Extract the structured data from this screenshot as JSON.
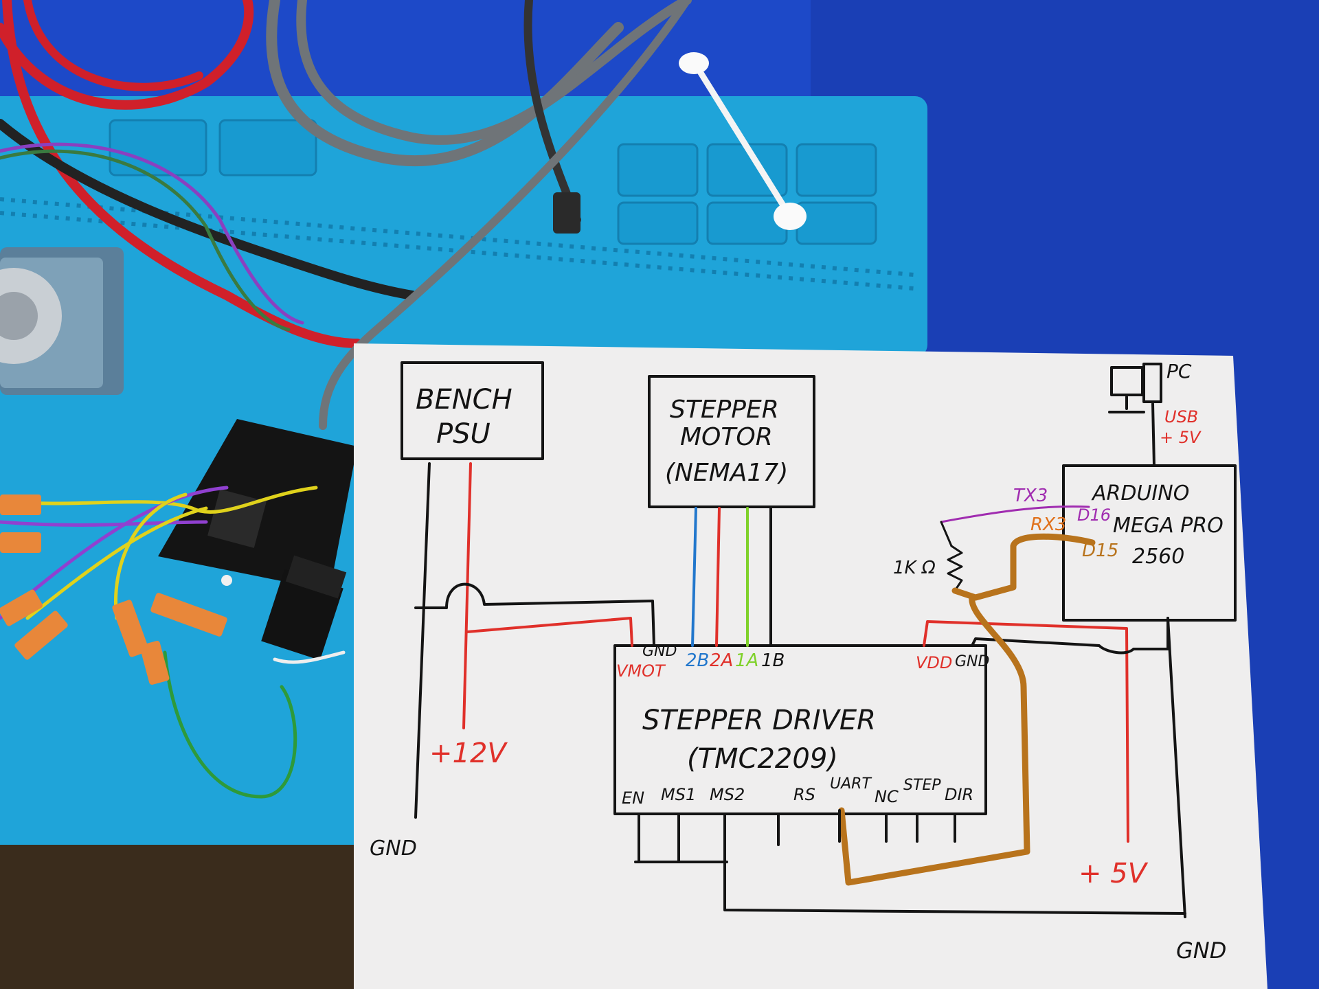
{
  "diagram": {
    "psu": {
      "line1": "BENCH",
      "line2": "PSU"
    },
    "motor": {
      "line1": "STEPPER",
      "line2": "MOTOR",
      "line3": "(NEMA17)"
    },
    "driver": {
      "line1": "STEPPER DRIVER",
      "line2": "(TMC2209)"
    },
    "arduino": {
      "line1": "ARDUINO",
      "line2": "MEGA PRO",
      "line3": "2560",
      "pin_d16": "D16",
      "pin_d15": "D15"
    },
    "pc": {
      "label": "PC"
    },
    "usb": {
      "line1": "USB",
      "line2": "+ 5V"
    },
    "top_pins": [
      "VMOT",
      "GND",
      "2B",
      "2A",
      "1A",
      "1B"
    ],
    "logic_pins": [
      "VDD",
      "GND"
    ],
    "bottom_pins": [
      "EN",
      "MS1",
      "MS2",
      "RS",
      "UART",
      "NC",
      "STEP",
      "DIR"
    ],
    "signals": {
      "tx3": "TX3",
      "rx3": "RX3",
      "resistor": "1K Ω"
    },
    "rails": {
      "v12": "+12V",
      "v5": "+ 5V",
      "gnd_left": "GND",
      "gnd_right": "GND"
    }
  },
  "colors": {
    "mat_blue": "#1fa4d9",
    "desk_blue": "#1d49c8",
    "ink_black": "#141414",
    "ink_red": "#e0302a",
    "ink_blue": "#2277cc",
    "ink_green": "#7fd12a",
    "ink_purple": "#a02cb0",
    "ink_brown": "#b8731c",
    "ink_orange": "#e0701a"
  }
}
